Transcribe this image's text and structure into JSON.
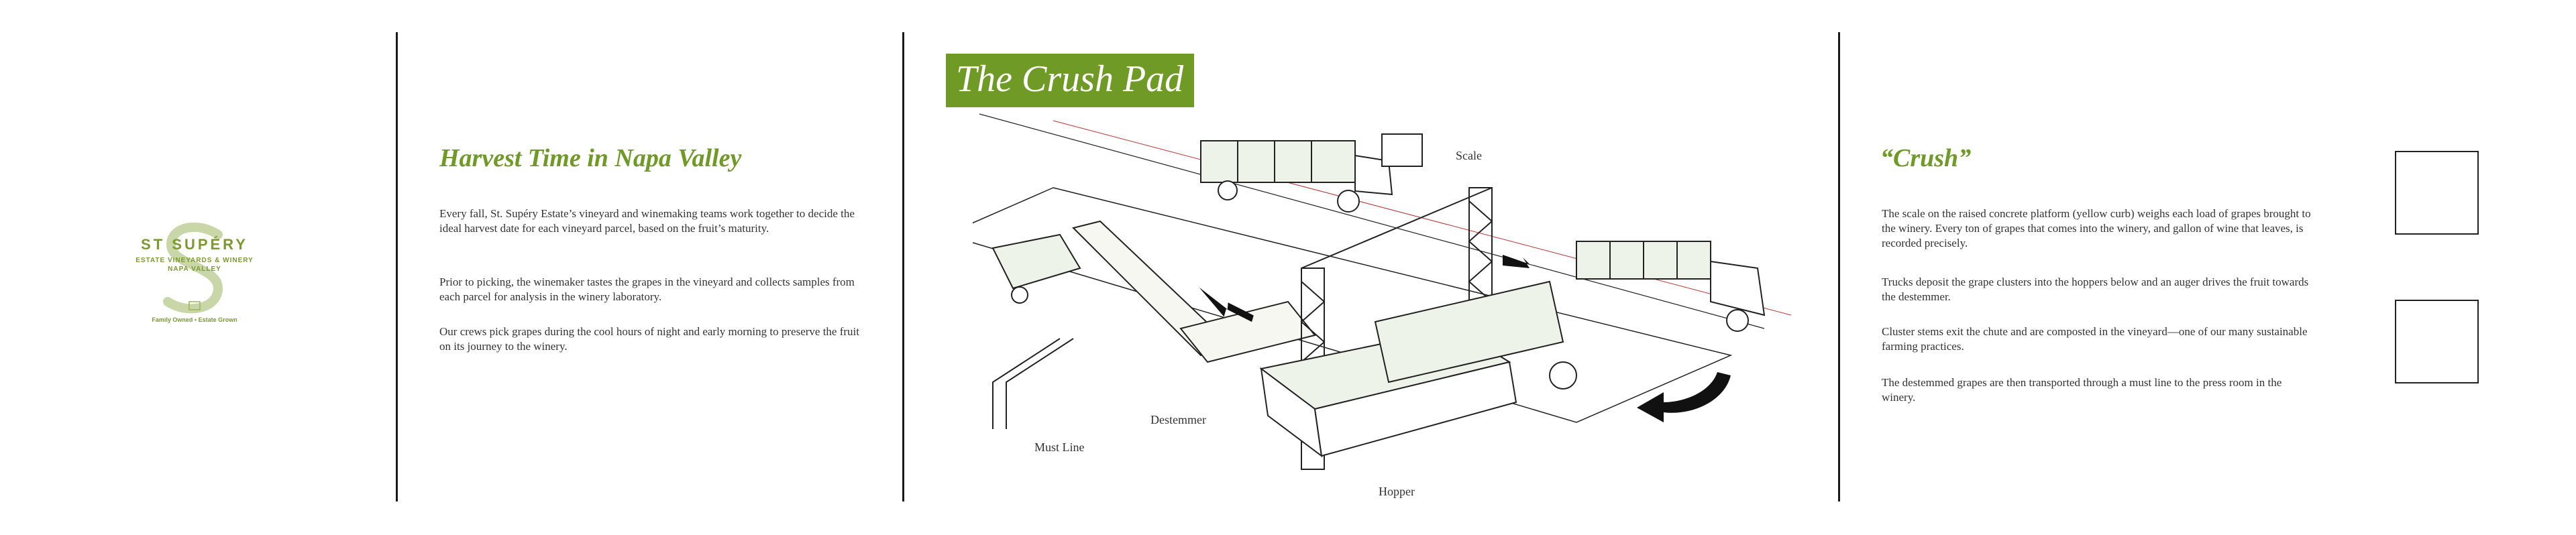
{
  "logo": {
    "name": "ST SUPÉRY",
    "sub1": "ESTATE VINEYARDS & WINERY",
    "sub2": "NAPA VALLEY",
    "tagline": "Family Owned • Estate Grown"
  },
  "left": {
    "heading": "Harvest Time in Napa Valley",
    "paragraphs": [
      "Every fall, St. Supéry Estate’s vineyard and winemaking teams work together to decide the ideal harvest date for each vineyard parcel, based on the fruit’s maturity.",
      "Prior to picking, the winemaker tastes the grapes in the vineyard and collects samples from each parcel for analysis in the winery laboratory.",
      "Our crews pick grapes during the cool hours of night and early morning to preserve the fruit on its journey to the winery."
    ]
  },
  "center": {
    "title": "The Crush Pad",
    "labels": {
      "scale": "Scale",
      "destemmer": "Destemmer",
      "must_line": "Must Line",
      "hopper": "Hopper"
    }
  },
  "right": {
    "heading": "“Crush”",
    "paragraphs": [
      "The scale on the raised concrete platform (yellow curb) weighs each load of grapes brought to the winery. Every ton of grapes that comes into the winery, and gallon of wine that leaves, is recorded precisely.",
      "Trucks deposit the grape clusters into the hoppers below and an auger drives the fruit towards the destemmer.",
      "Cluster stems exit the chute and are composted in the vineyard—one of our many sustainable farming practices.",
      "The destemmed grapes are then transported through a must line to the press room in the winery."
    ]
  },
  "colors": {
    "accent": "#6f9a25",
    "rule": "#1a1a1a"
  }
}
